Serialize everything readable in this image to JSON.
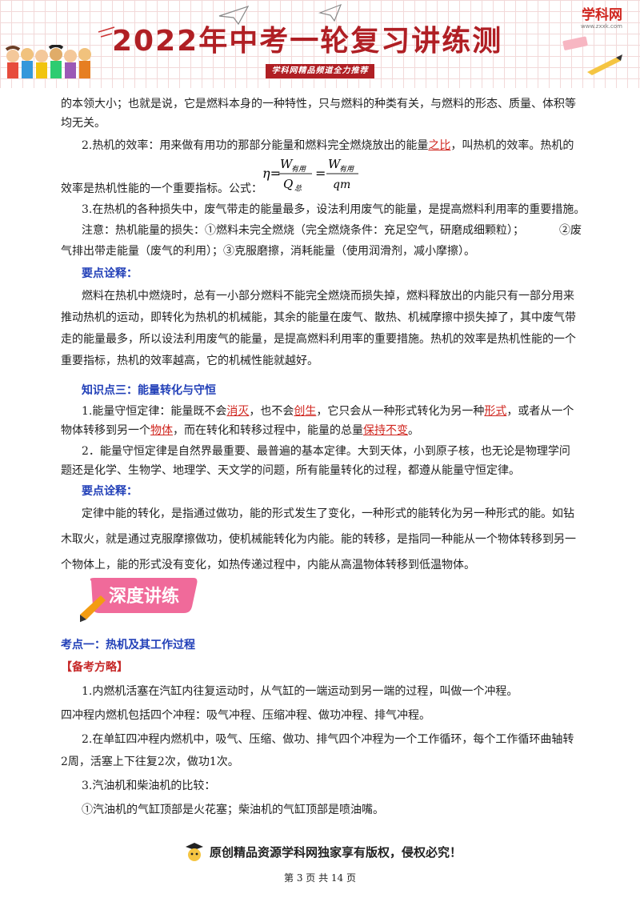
{
  "header": {
    "title": "2022年中考一轮复习讲练测",
    "subtitle": "学科网精品频道全力推荐",
    "logo_text": "学科网",
    "logo_url": "www.zxxk.com"
  },
  "p1": {
    "l1": "的本领大小；也就是说，它是燃料本身的一种特性，只与燃料的种类有关，与燃料的形态、质量、体积等",
    "l2": "均无关。"
  },
  "p2": {
    "a": "2.热机的效率：用来做有用功的那部分能量和燃料完全燃烧放出的能量",
    "u": "之比",
    "b": "，叫热机的效率。热机的",
    "l2": "效率是热机性能的一个重要指标。公式："
  },
  "formula": {
    "eta": "η=",
    "w": "W",
    "sub_useful": "有用",
    "q": "Q",
    "sub_total": "总",
    "eq": "=",
    "qm": "qm"
  },
  "p3": "3.在热机的各种损失中，废气带走的能量最多，设法利用废气的能量，是提高燃料利用率的重要措施。",
  "note": {
    "l1a": "注意：热机能量的损失：①燃料未完全燃烧（完全燃烧条件：充足空气，研磨成细颗粒）；",
    "l1b": "②废",
    "l2": "气排出带走能量（废气的利用）；③克服磨擦，消耗能量（使用润滑剂，减小摩擦）。"
  },
  "key1": {
    "label": "要点诠释：",
    "l1": "燃料在热机中燃烧时，总有一小部分燃料不能完全燃烧而损失掉，燃料释放出的内能只有一部分用来",
    "l2": "推动热机的运动，即转化为热机的机械能，其余的能量在废气、散热、机械摩擦中损失掉了，其中废气带",
    "l3": "走的能量最多，所以设法利用废气的能量，是提高燃料利用率的重要措施。热机的效率是热机性能的一个",
    "l4": "重要指标，热机的效率越高，它的机械性能就越好。"
  },
  "k3": {
    "title": "知识点三：能量转化与守恒",
    "p1a": "1.能量守恒定律：能量既不会",
    "u1": "消灭",
    "p1b": "，也不会",
    "u2": "创生",
    "p1c": "，它只会从一种形式转化为另一种",
    "u3": "形式",
    "p1d": "，或者从一个",
    "p2a": "物体转移到另一个",
    "u4": "物体",
    "p2b": "，而在转化和转移过程中，能量的总量",
    "u5": "保持不变",
    "p2c": "。",
    "p3": "2．能量守恒定律是自然界最重要、最普遍的基本定律。大到天体，小到原子核，也无论是物理学问",
    "p4": "题还是化学、生物学、地理学、天文学的问题，所有能量转化的过程，都遵从能量守恒定律。"
  },
  "key2": {
    "label": "要点诠释：",
    "l1": "定律中能的转化，是指通过做功，能的形式发生了变化，一种形式的能转化为另一种形式的能。如钻",
    "l2": "木取火，就是通过克服摩擦做功，使机械能转化为内能。能的转移，是指同一种能从一个物体转移到另一",
    "l3": "个物体上，能的形式没有变化，如热传递过程中，内能从高温物体转移到低温物体。"
  },
  "badge": {
    "text": "深度讲练"
  },
  "kd1": {
    "title": "考点一：热机及其工作过程",
    "prep": "【备考方略】",
    "l1": "1.内燃机活塞在汽缸内往复运动时，从气缸的一端运动到另一端的过程，叫做一个冲程。",
    "l2": "四冲程内燃机包括四个冲程：吸气冲程、压缩冲程、做功冲程、排气冲程。",
    "l3": "2.在单缸四冲程内燃机中，吸气、压缩、做功、排气四个冲程为一个工作循环，每个工作循环曲轴转",
    "l4": "2周，活塞上下往复2次，做功1次。",
    "l5": "3.汽油机和柴油机的比较：",
    "l6": "①汽油机的气缸顶部是火花塞；柴油机的气缸顶部是喷油嘴。"
  },
  "footer": {
    "copyright": "原创精品资源学科网独家享有版权，侵权必究！",
    "page": "第 3 页 共 14 页"
  }
}
